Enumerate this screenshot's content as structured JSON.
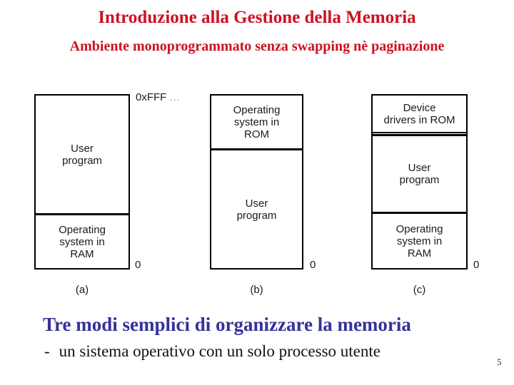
{
  "slide": {
    "title": "Introduzione alla Gestione della Memoria",
    "subtitle": "Ambiente monoprogrammato senza swapping nè paginazione",
    "footer_heading": "Tre modi semplici di organizzare la memoria",
    "bullet_marker": "-",
    "bullet_text": "un sistema operativo con un solo processo utente",
    "page_number": "5"
  },
  "colors": {
    "title_red": "#cc1122",
    "heading_blue": "#333399",
    "diagram_line": "#000000",
    "diagram_text": "#1a1a1a",
    "background": "#ffffff"
  },
  "diagram": {
    "address_top": "0xFFF",
    "address_top_ellipsis": "...",
    "zero_a": "0",
    "zero_b": "0",
    "zero_c": "0",
    "box_a": {
      "caption": "(a)",
      "section_top": "User\nprogram",
      "section_bottom": "Operating\nsystem in\nRAM"
    },
    "box_b": {
      "caption": "(b)",
      "section_top": "Operating\nsystem in\nROM",
      "section_bottom": "User\nprogram"
    },
    "box_c": {
      "caption": "(c)",
      "section_top": "Device\ndrivers in ROM",
      "section_middle": "User\nprogram",
      "section_bottom": "Operating\nsystem in\nRAM"
    }
  }
}
